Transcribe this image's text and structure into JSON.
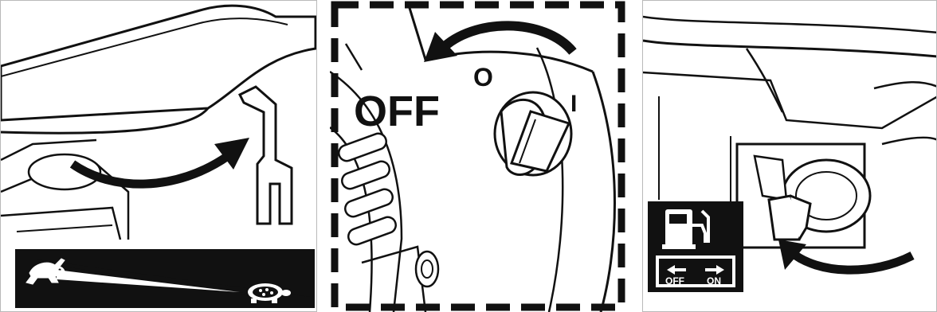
{
  "panel_choke": {
    "speed_bar": {
      "fast_icon": "rabbit-icon",
      "slow_icon": "turtle-icon"
    }
  },
  "panel_switch": {
    "off_label": "OFF",
    "o_label": "O",
    "i_label": "I",
    "arrow_icon": "curved-arrow-left-icon"
  },
  "panel_fuel": {
    "fuel_icon": "fuel-pump-icon",
    "off_label": "OFF",
    "on_label": "ON",
    "arrow_icon": "curved-arrow-left-icon"
  },
  "colors": {
    "ink": "#111111",
    "paper": "#ffffff",
    "frame": "#b9b9b9"
  }
}
